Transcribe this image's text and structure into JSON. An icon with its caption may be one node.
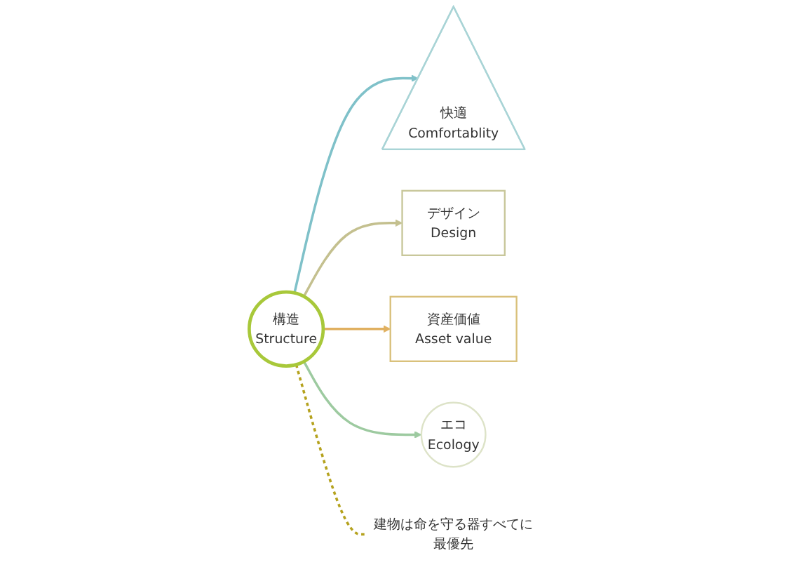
{
  "diagram": {
    "nodes": [
      {
        "text": [
          "構造",
          "Structure"
        ]
      },
      {
        "text": [
          "快適",
          "Comfortablity"
        ]
      },
      {
        "text": [
          "デザイン",
          "Design"
        ]
      },
      {
        "text": [
          "資産価値",
          "Asset value"
        ]
      },
      {
        "text": [
          "エコ",
          "Ecology"
        ]
      },
      {
        "text": [
          "建物は命を守る器すべてに最優先"
        ]
      }
    ],
    "edges": [
      {
        "from": 0,
        "to": 1,
        "arrow": "to",
        "color": "#7fc1c9"
      },
      {
        "from": 0,
        "to": 2,
        "arrow": "to",
        "color": "#c4c08f"
      },
      {
        "from": 0,
        "to": 3,
        "arrow": "to",
        "color": "#e0b060"
      },
      {
        "from": 0,
        "to": 4,
        "arrow": "to",
        "color": "#9dcaa0"
      },
      {
        "from": 0,
        "to": 5,
        "arrow": "none",
        "style": "dashed",
        "color": "#b5a21e"
      }
    ]
  }
}
